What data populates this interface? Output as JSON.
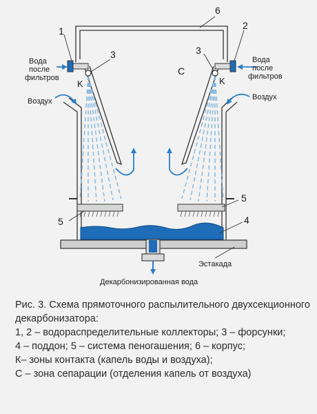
{
  "labels": {
    "n1": "1",
    "n2": "2",
    "n3_left": "3",
    "n3_right": "3",
    "n4": "4",
    "n5_left": "5",
    "n5_right": "5",
    "n6": "6",
    "k_left": "K",
    "k_right": "K",
    "c": "С",
    "water_left": [
      "Вода",
      "после",
      "фильтров"
    ],
    "water_right": [
      "Вода",
      "после",
      "фильтров"
    ],
    "air_left": "Воздух",
    "air_right": "Воздух",
    "estacade": "Эстакада",
    "output": "Декарбонизированная вода"
  },
  "caption": [
    "Рис. 3. Схема прямоточного распылительного двухсекционного",
    "декарбонизатора:",
    "1, 2 – водораспределительные коллекторы; 3 – форсунки;",
    "4 – поддон; 5 – система пеногашения;  6 – корпус;",
    "К– зоны контакта (капель воды и воздуха);",
    "С – зона сепарации (отделения капель от воздуха)"
  ],
  "colors": {
    "water": "#1f6db8",
    "water_light": "#8ec3e8",
    "arrow": "#2b7fc9",
    "steel": "#d9d9d9",
    "outline": "#333333"
  }
}
